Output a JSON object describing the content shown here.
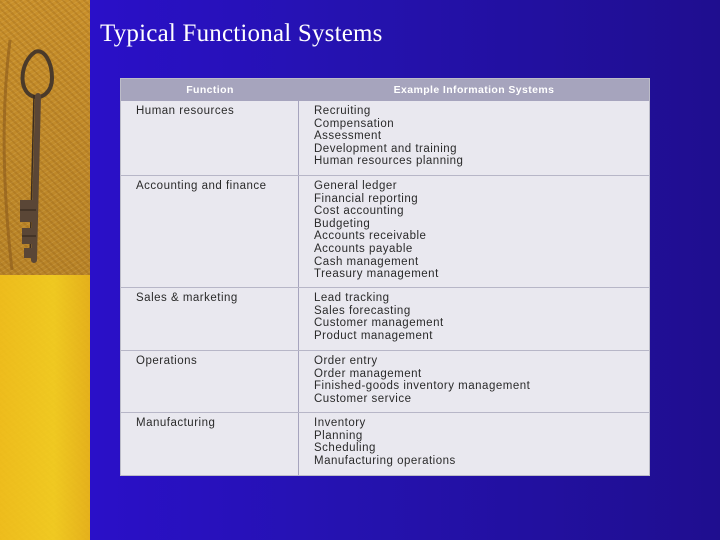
{
  "slide": {
    "title": "Typical Functional Systems"
  },
  "table": {
    "headers": [
      "Function",
      "Example Information Systems"
    ],
    "rows": [
      {
        "function": "Human resources",
        "systems": [
          "Recruiting",
          "Compensation",
          "Assessment",
          "Development and training",
          "Human resources planning"
        ]
      },
      {
        "function": "Accounting and finance",
        "systems": [
          "General ledger",
          "Financial reporting",
          "Cost accounting",
          "Budgeting",
          "Accounts receivable",
          "Accounts payable",
          "Cash management",
          "Treasury management"
        ]
      },
      {
        "function": "Sales & marketing",
        "systems": [
          "Lead tracking",
          "Sales forecasting",
          "Customer management",
          "Product management"
        ]
      },
      {
        "function": "Operations",
        "systems": [
          "Order entry",
          "Order management",
          "Finished-goods inventory management",
          "Customer service"
        ]
      },
      {
        "function": "Manufacturing",
        "systems": [
          "Inventory",
          "Planning",
          "Scheduling",
          "Manufacturing operations"
        ]
      }
    ]
  }
}
